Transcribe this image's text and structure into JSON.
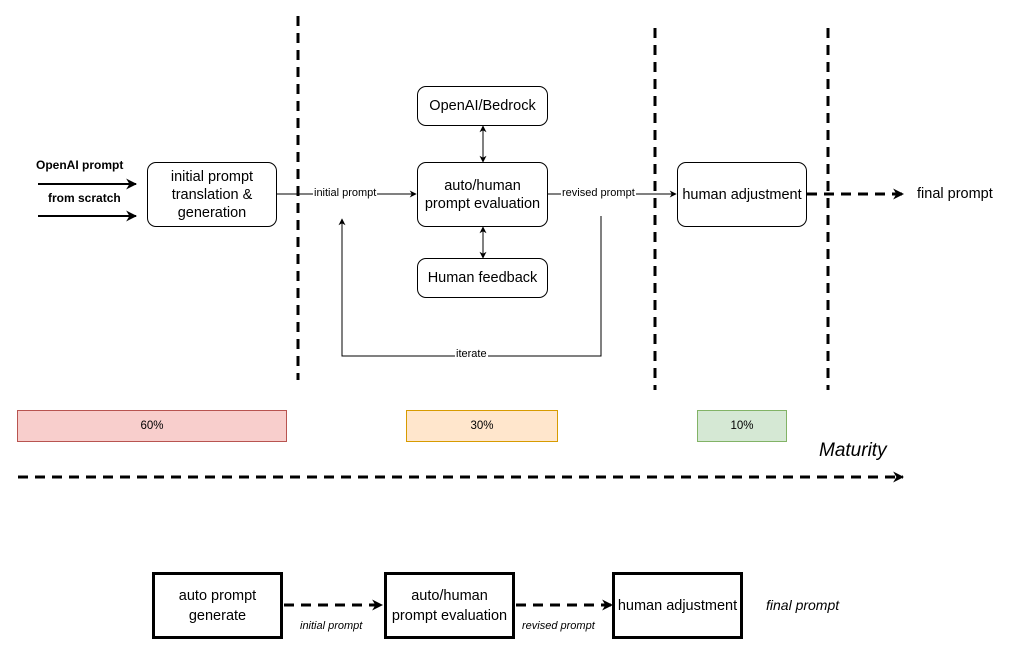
{
  "top_flow": {
    "source_label_line1": "OpenAI prompt",
    "source_label_line2": "from scratch",
    "nodes": {
      "initial_generation": "initial prompt\ntranslation &\ngeneration",
      "openai_bedrock": "OpenAI/Bedrock",
      "evaluation": "auto/human\nprompt evaluation",
      "human_feedback": "Human feedback",
      "human_adjustment": "human adjustment"
    },
    "edge_labels": {
      "initial_prompt": "initial prompt",
      "revised_prompt": "revised prompt",
      "iterate": "iterate"
    },
    "final_output": "final prompt"
  },
  "stages": [
    {
      "value": "60%",
      "fill": "#f8cecc",
      "border": "#b85450"
    },
    {
      "value": "30%",
      "fill": "#ffe6cc",
      "border": "#d79b00"
    },
    {
      "value": "10%",
      "fill": "#d5e8d4",
      "border": "#82b366"
    }
  ],
  "maturity_label": "Maturity",
  "bottom_flow": {
    "nodes": {
      "auto_generate": "auto prompt\ngenerate",
      "evaluation": "auto/human\nprompt evaluation",
      "human_adjustment": "human adjustment"
    },
    "edge_labels": {
      "initial_prompt": "initial prompt",
      "revised_prompt": "revised prompt"
    },
    "final_output": "final prompt"
  }
}
